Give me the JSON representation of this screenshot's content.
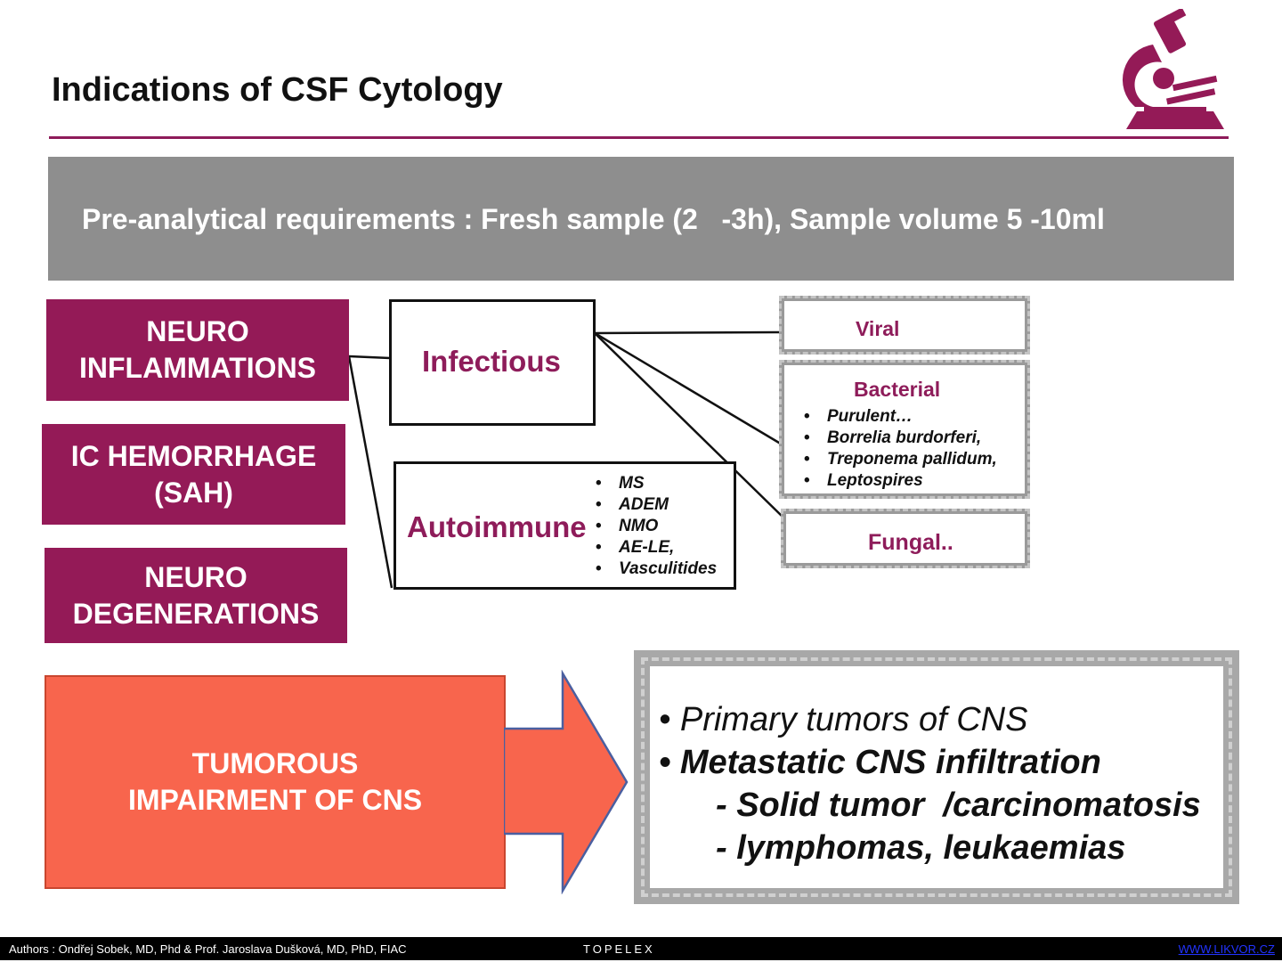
{
  "title": "Indications of CSF Cytology",
  "banner": "Pre-analytical requirements : Fresh sample (2   -3h), Sample volume 5 -10ml",
  "categories": {
    "neuro_inflammations": "NEURO\nINFLAMMATIONS",
    "ic_hemorrhage": "IC HEMORRHAGE\n(SAH)",
    "neuro_degenerations": "NEURO\nDEGENERATIONS"
  },
  "infectious": "Infectious",
  "autoimmune": {
    "label": "Autoimmune",
    "items": [
      "MS",
      "ADEM",
      "NMO",
      "AE-LE,",
      "Vasculitides"
    ]
  },
  "viral": "Viral",
  "bacterial": {
    "label": "Bacterial",
    "items": [
      "Purulent…",
      "Borrelia burdorferi,",
      "Treponema pallidum,",
      "Leptospires"
    ]
  },
  "fungal": "Fungal..",
  "tumorous": "TUMOROUS\nIMPAIRMENT OF CNS",
  "tumor_list": {
    "line1": "• Primary tumors of CNS",
    "line2": "• Metastatic CNS infiltration",
    "line3": "- Solid tumor  /carcinomatosis",
    "line4": "- lymphomas, leukaemias"
  },
  "footer": {
    "authors": "Authors : Ondřej Sobek, MD, Phd & Prof. Jaroslava Dušková, MD, PhD, FIAC",
    "brand": "TOPELEX",
    "link": "WWW.LIKVOR.CZ"
  },
  "colors": {
    "accent": "#941a57",
    "tumor": "#f8654d",
    "banner": "#8e8e8e"
  }
}
